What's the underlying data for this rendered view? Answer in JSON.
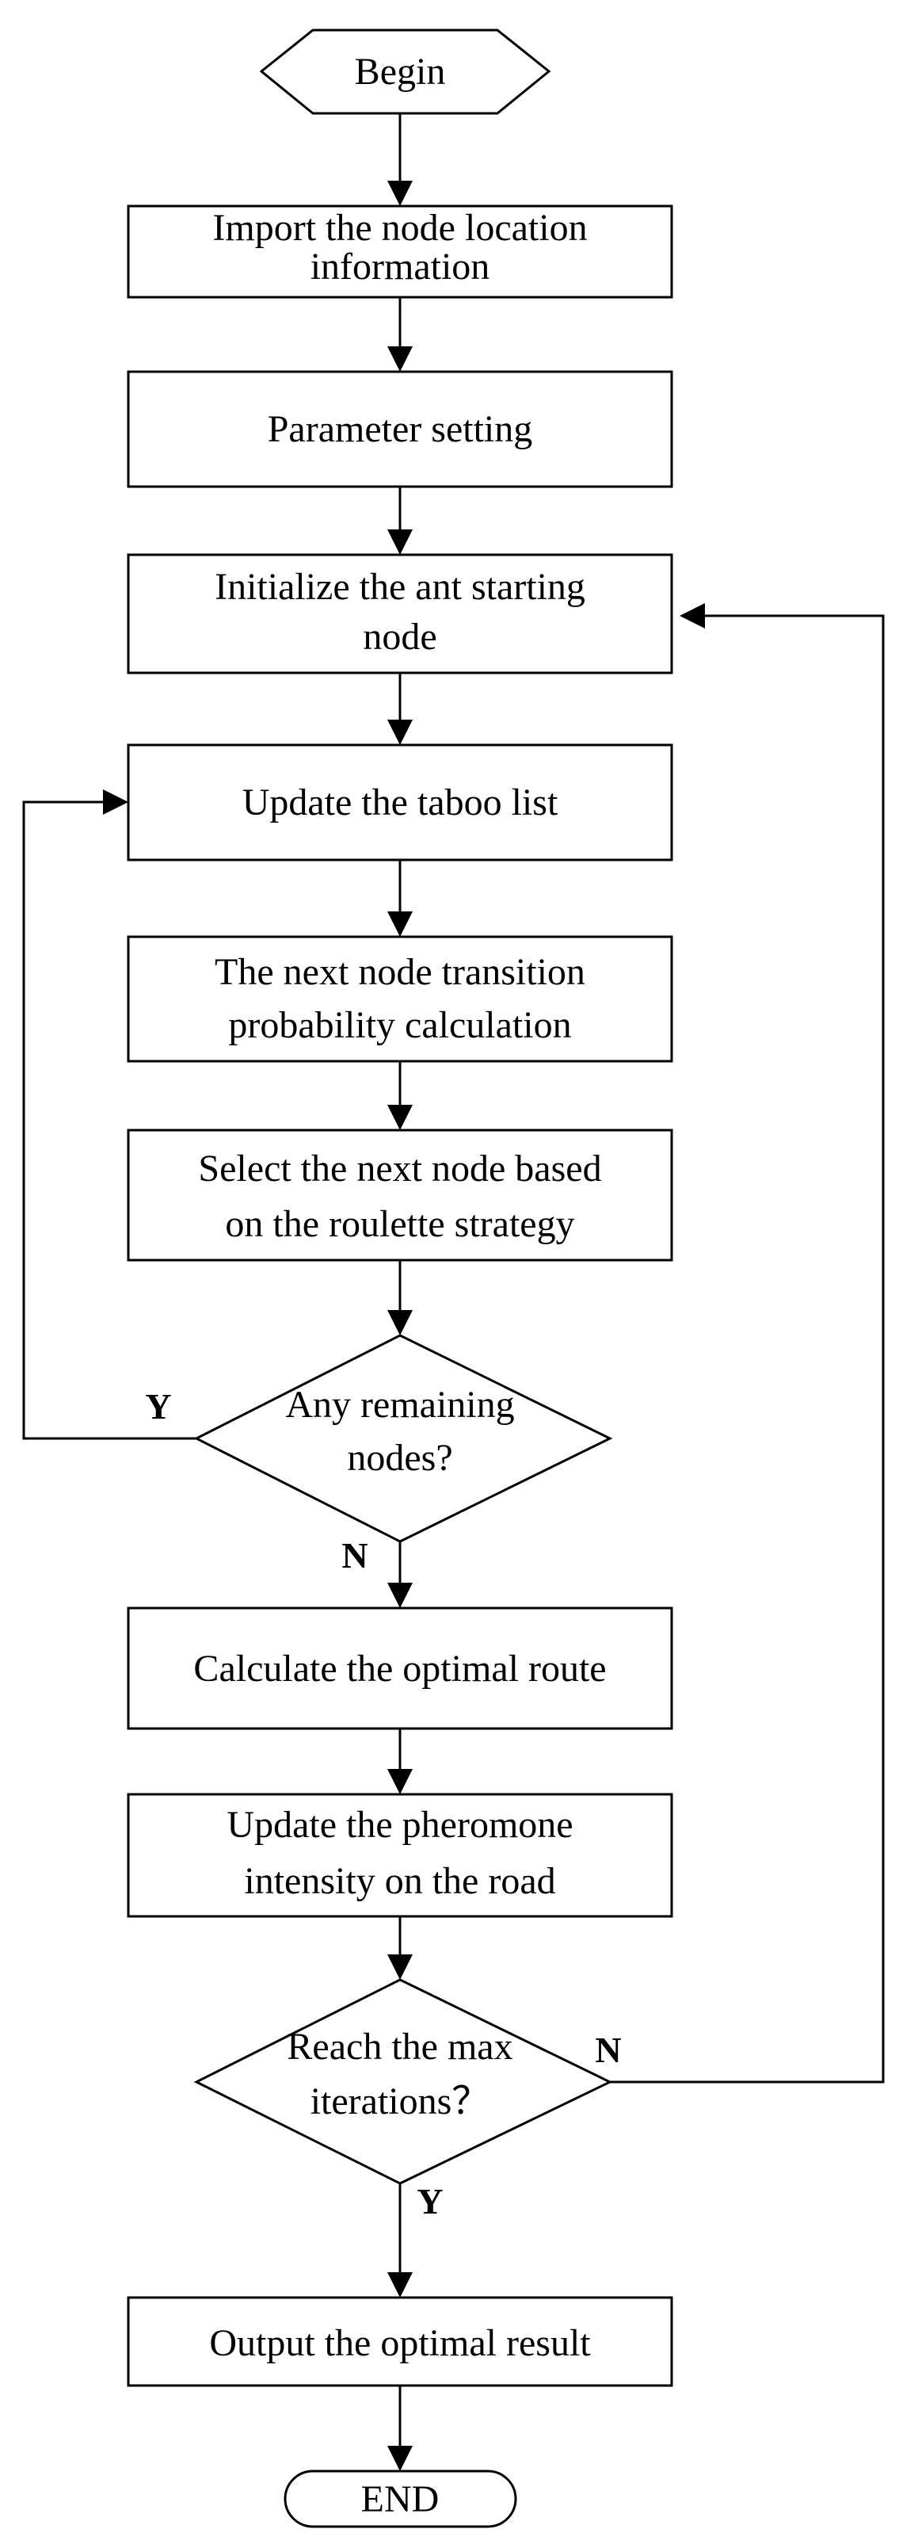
{
  "nodes": {
    "begin": "Begin",
    "import_line1": "Import the node location",
    "import_line2": "information",
    "param": "Parameter setting",
    "init_line1": "Initialize the ant starting",
    "init_line2": "node",
    "taboo": "Update the taboo list",
    "prob_line1": "The next node transition",
    "prob_line2": "probability calculation",
    "select_line1": "Select the next node based",
    "select_line2": "on the roulette strategy",
    "remaining_line1": "Any remaining",
    "remaining_line2": "nodes?",
    "optimal_route": "Calculate the optimal route",
    "pheromone_line1": "Update the pheromone",
    "pheromone_line2": "intensity on the road",
    "maxiter_line1": "Reach the max",
    "maxiter_line2": "iterations？",
    "output": "Output the optimal result",
    "end": "END"
  },
  "branch_labels": {
    "remaining_yes": "Y",
    "remaining_no": "N",
    "maxiter_no": "N",
    "maxiter_yes": "Y"
  }
}
